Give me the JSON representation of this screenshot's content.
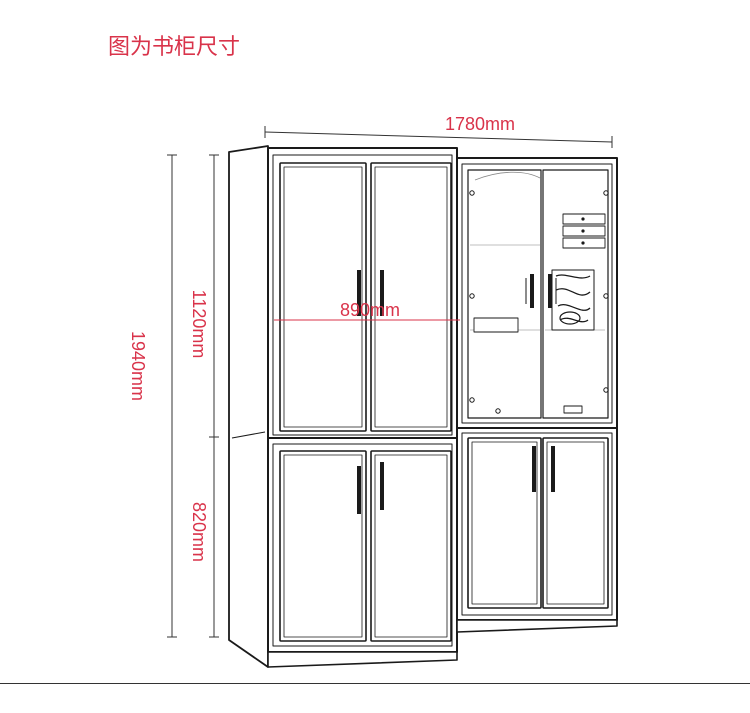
{
  "title": "图为书柜尺寸",
  "dimensions": {
    "total_width": "1780mm",
    "unit_width": "890mm",
    "total_height": "1940mm",
    "upper_height": "1120mm",
    "lower_height": "820mm"
  },
  "colors": {
    "annotation": "#d9334a",
    "line": "#1a1a1a",
    "dim_line": "#333333"
  }
}
